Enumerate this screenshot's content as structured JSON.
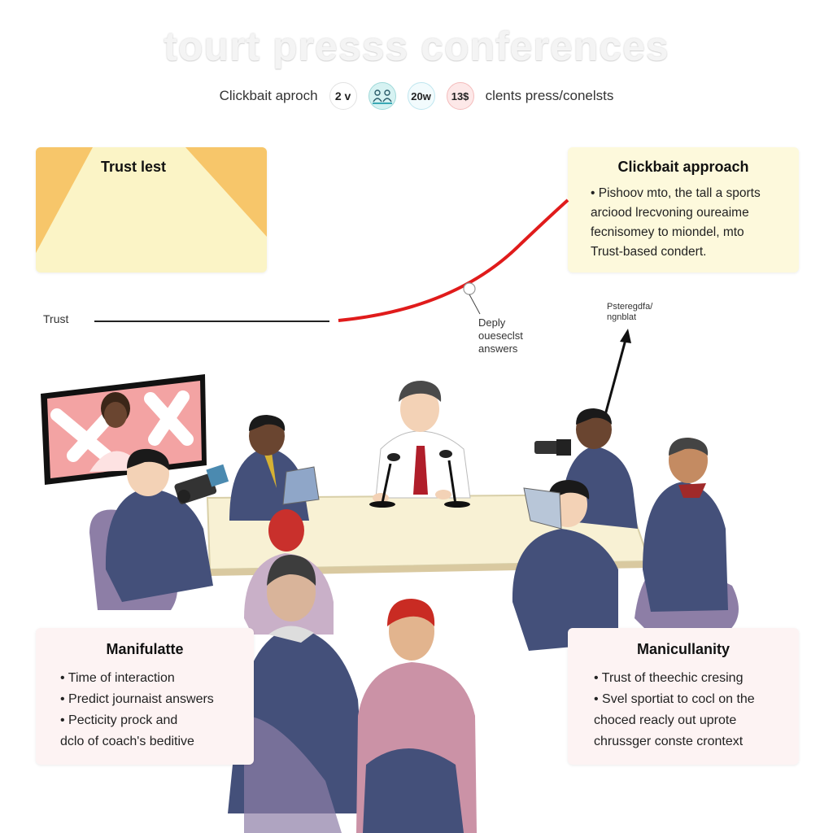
{
  "header": {
    "title": "tourt presss conferences",
    "legend": {
      "label_left": "Clickbait aproch",
      "badge_1": "2 v",
      "badge_2_icon": "people-icon",
      "badge_3": "20w",
      "badge_4": "13$",
      "label_right": "clents press/conelsts"
    }
  },
  "trust_test_card": {
    "title": "Trust lest"
  },
  "clickbait_card": {
    "title": "Clickbait approach",
    "bullets": [
      "• Pishoov mto, the tall a sports",
      "arciood lrecvoning oureaime",
      "fecnisomey to miondel, mto",
      "Trust-based condert."
    ]
  },
  "trust_line": {
    "label": "Trust",
    "point_label": "Deply oueseclst answers",
    "arrow_label": "Psteregdfa/ ngnblat"
  },
  "manipulate_card": {
    "title": "Manifulatte",
    "bullets": [
      "• Time of interaction",
      "• Predict journaist answers",
      "• Pecticity prock and",
      "dclo of coach's beditive"
    ]
  },
  "manicularity_card": {
    "title": "Manicullanity",
    "bullets": [
      "• Trust of theechic cresing",
      "• Svel sportiat to cocl on the",
      "choced reacly out uprote",
      "chrussger conste crontext"
    ]
  },
  "colors": {
    "curve": "#e01b1b",
    "suit": "#44507a",
    "chair": "#8d7ea6",
    "table": "#f8f1d4",
    "tv_screen": "#f3a3a3",
    "card_yellow": "#fbf4c6",
    "card_pink": "#fdf3f3"
  }
}
